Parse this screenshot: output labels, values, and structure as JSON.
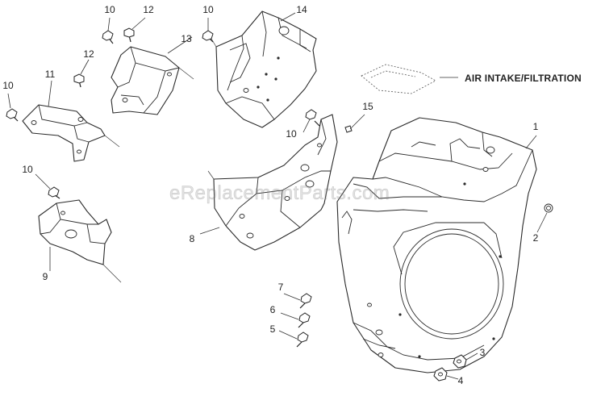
{
  "watermark": "eReplacementParts.com",
  "section_label": "AIR INTAKE/FILTRATION",
  "callouts": {
    "c1": "1",
    "c2": "2",
    "c3": "3",
    "c4": "4",
    "c5": "5",
    "c6": "6",
    "c7": "7",
    "c8": "8",
    "c9": "9",
    "c10a": "10",
    "c10b": "10",
    "c10c": "10",
    "c10d": "10",
    "c10e": "10",
    "c11": "11",
    "c12a": "12",
    "c12b": "12",
    "c13": "13",
    "c14": "14",
    "c15": "15"
  },
  "colors": {
    "line": "#2a2a2a",
    "text": "#222222",
    "watermark": "#969696"
  }
}
